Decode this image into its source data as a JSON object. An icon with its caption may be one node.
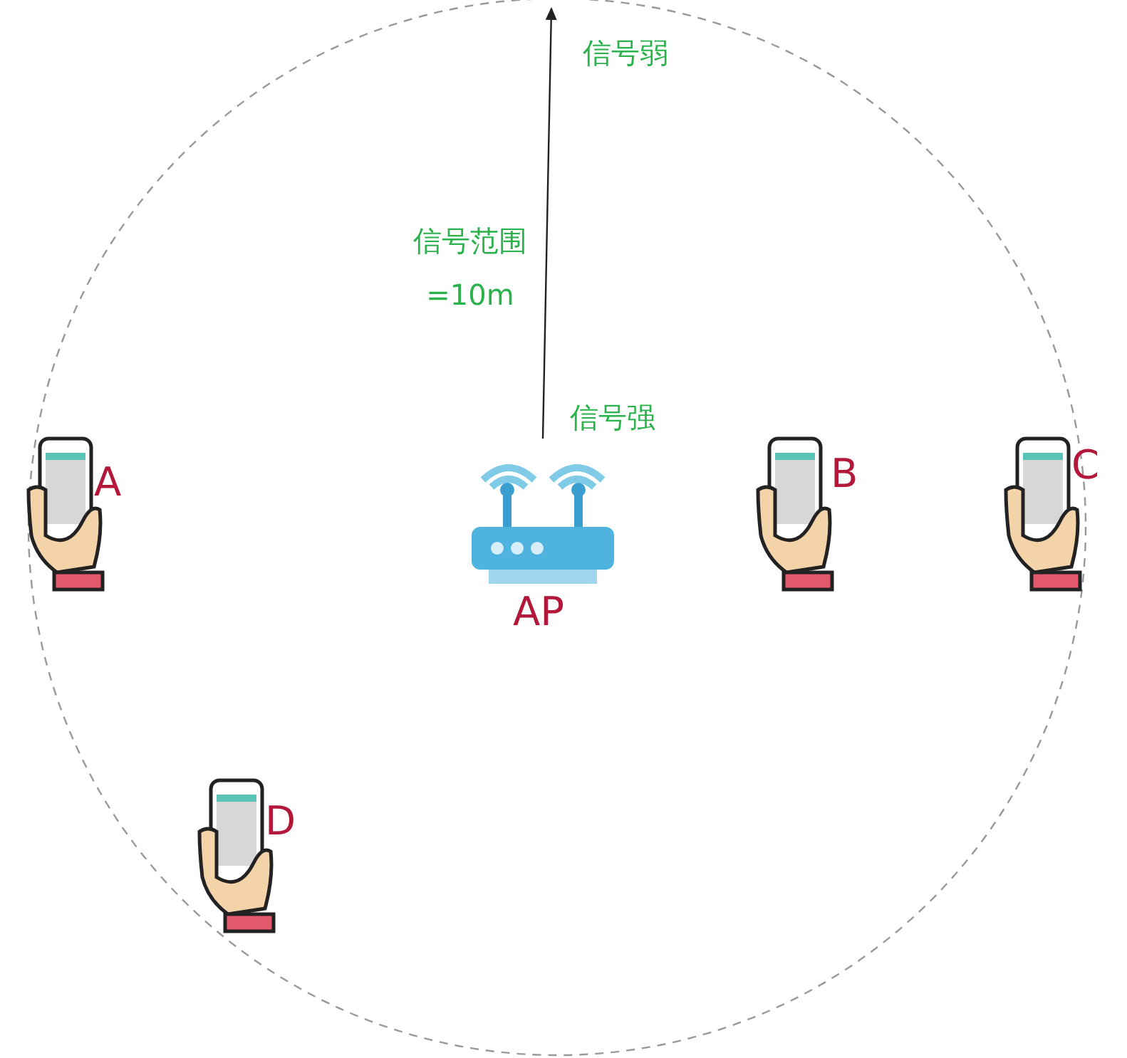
{
  "diagram": {
    "nodes": [
      {
        "text": [],
        "shape": "picture",
        "beside": [
          "AP"
        ]
      },
      {
        "text": [],
        "shape": "picture",
        "beside": [
          "A"
        ]
      },
      {
        "text": [],
        "shape": "picture",
        "beside": [
          "B"
        ]
      },
      {
        "text": [],
        "shape": "picture",
        "beside": [
          "C"
        ]
      },
      {
        "text": [],
        "shape": "picture",
        "beside": [
          "D"
        ]
      }
    ],
    "labels": [
      "信号弱",
      "信号范围 =10m",
      "信号强"
    ]
  }
}
